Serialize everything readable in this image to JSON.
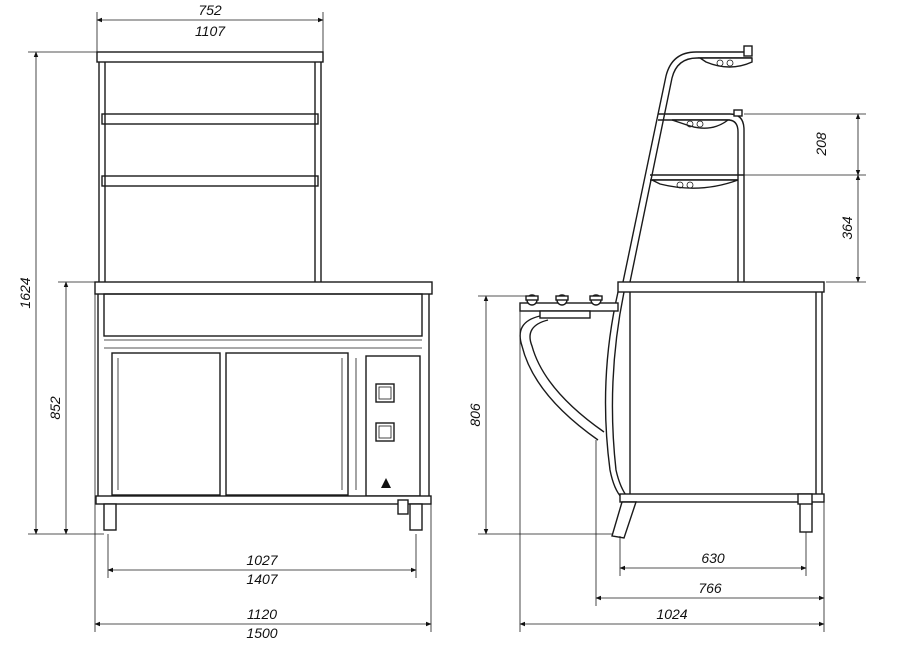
{
  "front_view": {
    "top_width": [
      "752",
      "1107"
    ],
    "total_height": "1624",
    "counter_height": "852",
    "inner_width": [
      "1027",
      "1407"
    ],
    "base_width": [
      "1120",
      "1500"
    ]
  },
  "side_view": {
    "shelf_gap_upper": "208",
    "shelf_gap_lower": "364",
    "counter_height": "806",
    "depth_inner": "630",
    "depth_mid": "766",
    "depth_total": "1024"
  }
}
